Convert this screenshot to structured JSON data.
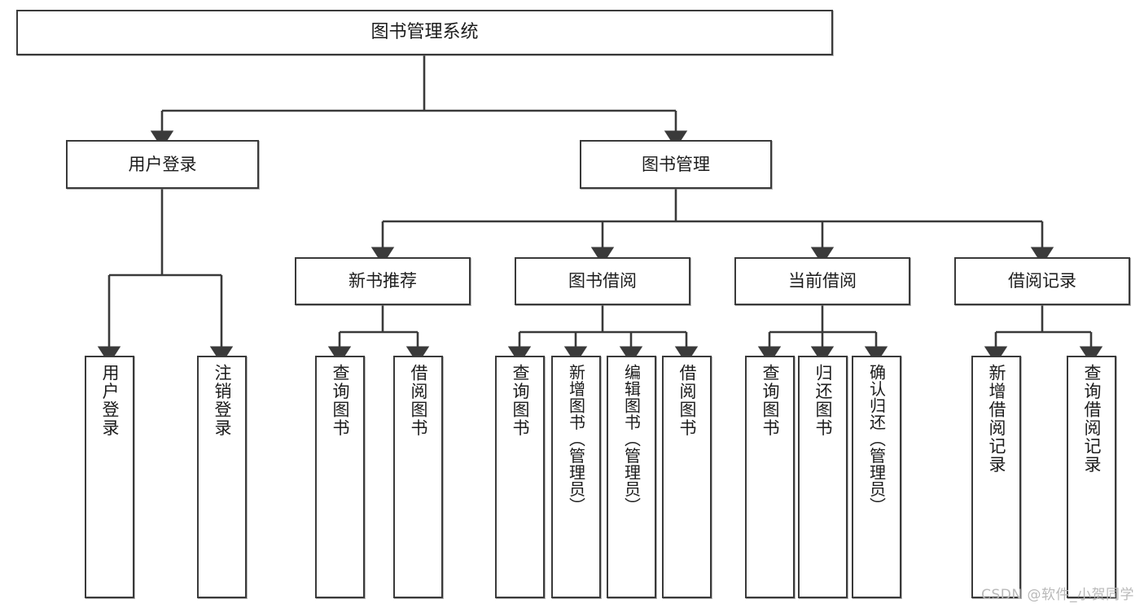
{
  "diagram": {
    "title": "图书管理系统",
    "type": "tree-hierarchy-diagram",
    "colors": {
      "box_border": "#3a3a3a",
      "box_fill": "#ffffff",
      "line": "#3a3a3a",
      "text": "#1c1c1c",
      "watermark": "#b9b9b9"
    },
    "levels": {
      "level1": [
        {
          "id": "root",
          "label": "图书管理系统"
        }
      ],
      "level2": [
        {
          "id": "user-login",
          "label": "用户登录"
        },
        {
          "id": "book-management",
          "label": "图书管理"
        }
      ],
      "level3": [
        {
          "id": "new-book-recommend",
          "label": "新书推荐"
        },
        {
          "id": "book-borrow",
          "label": "图书借阅"
        },
        {
          "id": "current-borrow",
          "label": "当前借阅"
        },
        {
          "id": "borrow-record",
          "label": "借阅记录"
        }
      ],
      "level4": [
        {
          "id": "leaf-user-login",
          "label": "用户登录",
          "parent": "user-login"
        },
        {
          "id": "leaf-logout",
          "label": "注销登录",
          "parent": "user-login"
        },
        {
          "id": "leaf-query-book-1",
          "label": "查询图书",
          "parent": "new-book-recommend"
        },
        {
          "id": "leaf-borrow-book-1",
          "label": "借阅图书",
          "parent": "new-book-recommend"
        },
        {
          "id": "leaf-query-book-2",
          "label": "查询图书",
          "parent": "book-borrow"
        },
        {
          "id": "leaf-add-book",
          "label": "新增图书（管理员）",
          "parent": "book-borrow"
        },
        {
          "id": "leaf-edit-book",
          "label": "编辑图书（管理员）",
          "parent": "book-borrow"
        },
        {
          "id": "leaf-borrow-book-2",
          "label": "借阅图书",
          "parent": "book-borrow"
        },
        {
          "id": "leaf-query-book-3",
          "label": "查询图书",
          "parent": "current-borrow"
        },
        {
          "id": "leaf-return-book",
          "label": "归还图书",
          "parent": "current-borrow"
        },
        {
          "id": "leaf-confirm-return",
          "label": "确认归还（管理员）",
          "parent": "current-borrow"
        },
        {
          "id": "leaf-add-record",
          "label": "新增借阅记录",
          "parent": "borrow-record"
        },
        {
          "id": "leaf-query-record",
          "label": "查询借阅记录",
          "parent": "borrow-record"
        }
      ]
    },
    "watermark": "CSDN @软件_小贺同学"
  }
}
